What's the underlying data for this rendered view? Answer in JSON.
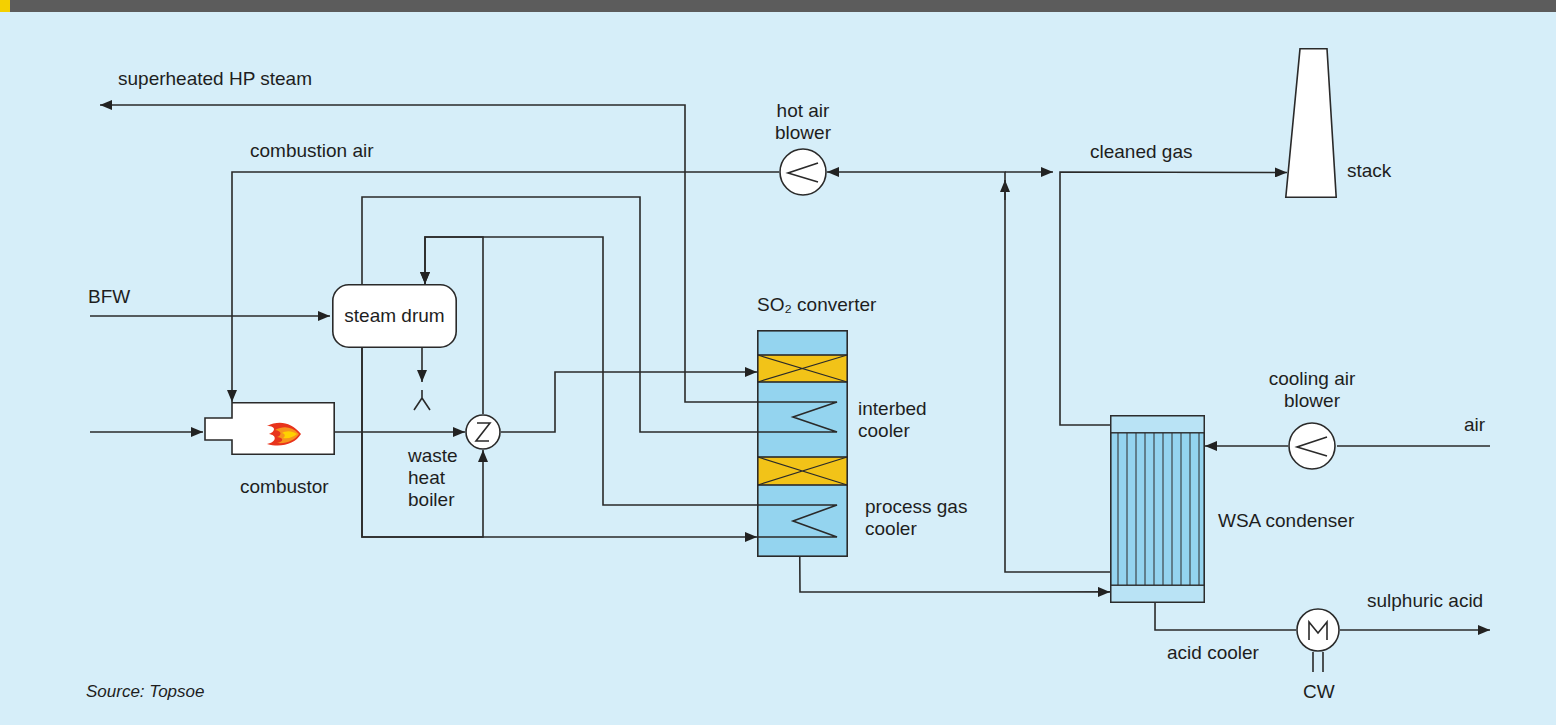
{
  "diagram": {
    "nodes": [
      {
        "text": [
          "hot air blower"
        ]
      },
      {
        "text": [
          "steam drum"
        ]
      },
      {
        "text": [
          "combustor"
        ]
      },
      {
        "text": [
          "waste heat boiler"
        ]
      },
      {
        "text": [
          "SO₂ converter"
        ]
      },
      {
        "text": [
          "interbed cooler"
        ],
        "in": 4
      },
      {
        "text": [
          "process gas cooler"
        ],
        "in": 4
      },
      {
        "text": [
          "stack"
        ]
      },
      {
        "text": [
          "WSA condenser"
        ]
      },
      {
        "text": [
          "cooling air blower"
        ]
      },
      {
        "text": [
          "acid cooler"
        ]
      }
    ],
    "edges": [
      {
        "from": 2,
        "to": 3,
        "arrow": "to"
      },
      {
        "from": 3,
        "to": 4,
        "arrow": "to"
      },
      {
        "from": 4,
        "to": 8,
        "arrow": "to"
      },
      {
        "from": 9,
        "to": 8,
        "arrow": "to"
      },
      {
        "from": 8,
        "to": 0,
        "arrow": "to"
      },
      {
        "from": 0,
        "to": 2,
        "arrow": "to"
      },
      {
        "from": 8,
        "to": 7,
        "arrow": "to"
      },
      {
        "from": 8,
        "to": 10,
        "arrow": "none"
      },
      {
        "from": 1,
        "to": 3,
        "arrow": "to"
      },
      {
        "from": 1,
        "to": 6,
        "arrow": "to"
      },
      {
        "from": 6,
        "to": 1,
        "arrow": "to"
      },
      {
        "from": 3,
        "to": 1,
        "arrow": "to"
      },
      {
        "from": 1,
        "to": 5,
        "arrow": "none"
      }
    ],
    "labels": [
      "superheated HP steam",
      "combustion air",
      "BFW",
      "cleaned gas",
      "air",
      "sulphuric acid",
      "CW",
      "Source: Topsoe"
    ]
  }
}
